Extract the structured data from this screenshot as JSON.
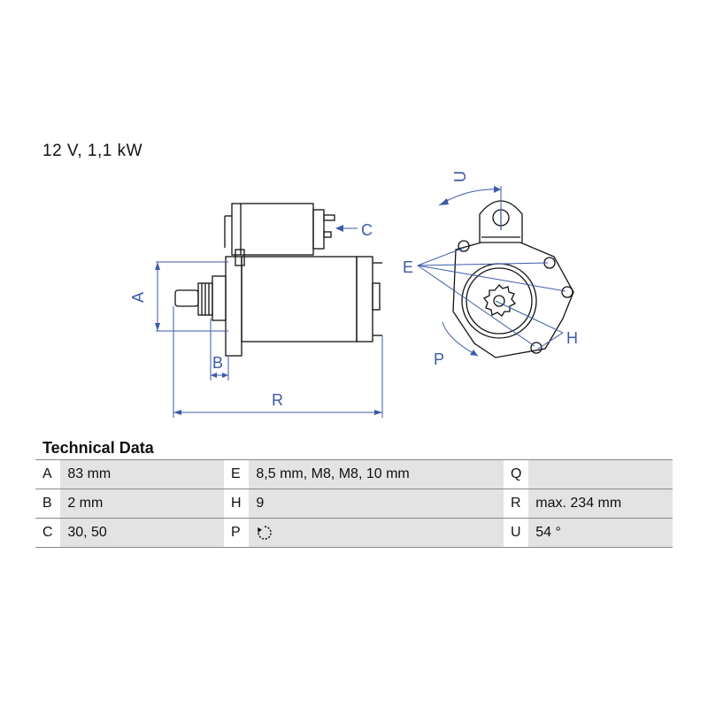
{
  "spec": "12 V, 1,1 kW",
  "diagram_labels": {
    "A": "A",
    "B": "B",
    "C": "C",
    "E": "E",
    "H": "H",
    "P": "P",
    "R": "R",
    "U": "U"
  },
  "technical_title": "Technical Data",
  "rows": [
    [
      {
        "k": "A",
        "v": "83 mm"
      },
      {
        "k": "E",
        "v": "8,5 mm, M8, M8, 10 mm"
      },
      {
        "k": "Q",
        "v": ""
      }
    ],
    [
      {
        "k": "B",
        "v": "2 mm"
      },
      {
        "k": "H",
        "v": "9"
      },
      {
        "k": "R",
        "v": "max. 234 mm"
      }
    ],
    [
      {
        "k": "C",
        "v": "30, 50"
      },
      {
        "k": "P",
        "v": "",
        "icon": "clockwise-rotation-icon"
      },
      {
        "k": "U",
        "v": "54 °"
      }
    ]
  ],
  "colors": {
    "line": "#111111",
    "dim": "#3d5aa8",
    "cell": "#e3e3e3"
  }
}
